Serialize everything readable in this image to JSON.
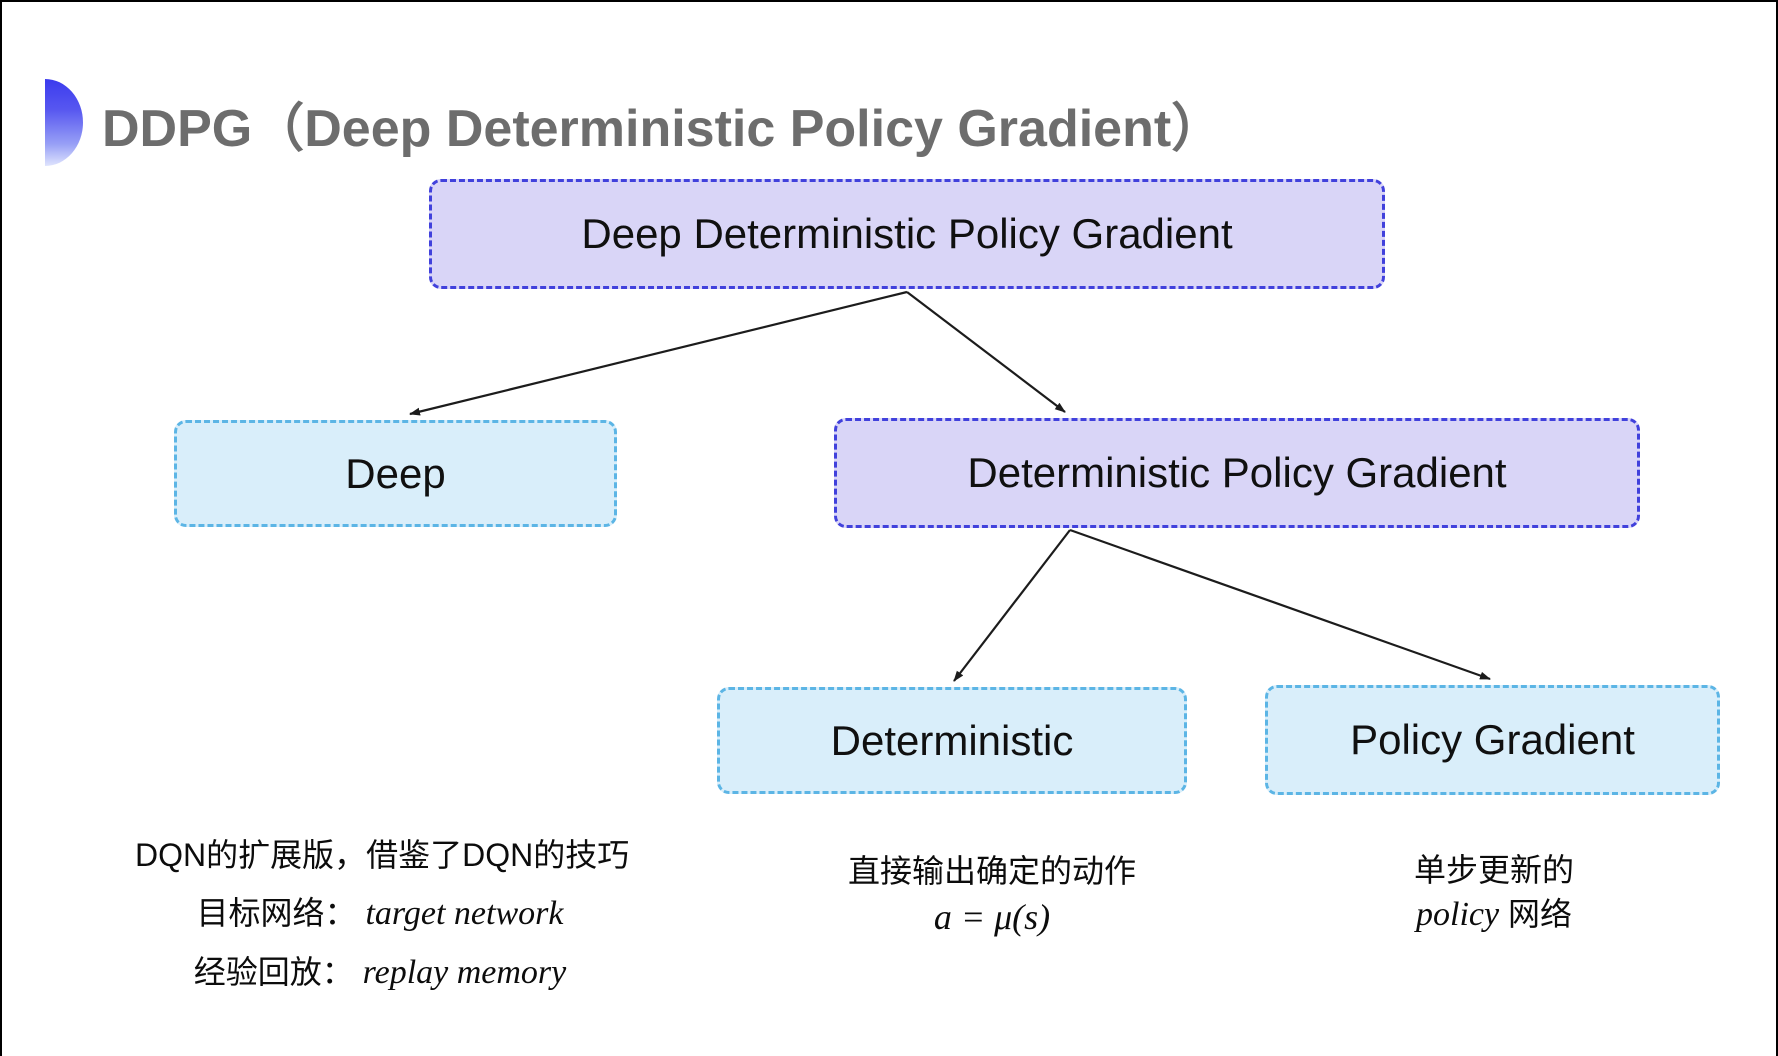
{
  "header": {
    "title": "DDPG（Deep Deterministic Policy Gradient）"
  },
  "nodes": {
    "root": "Deep Deterministic Policy Gradient",
    "deep": "Deep",
    "dpg": "Deterministic Policy Gradient",
    "deterministic": "Deterministic",
    "policy_gradient": "Policy Gradient"
  },
  "notes": {
    "deep": {
      "line1": "DQN的扩展版，借鉴了DQN的技巧",
      "target_label": "目标网络：",
      "target_value": "target network",
      "replay_label": "经验回放：",
      "replay_value": "replay memory"
    },
    "deterministic": {
      "line1": "直接输出确定的动作",
      "formula": "a = μ(s)"
    },
    "policy_gradient": {
      "line1": "单步更新的",
      "word_en": "policy",
      "word_zh": "网络"
    }
  },
  "colors": {
    "lavender_fill": "#d9d5f7",
    "violet_border": "#4141dc",
    "blue_fill": "#d9eefa",
    "cyan_border": "#5cb5e5",
    "arrow": "#1c1c1c",
    "title_gray": "#6d6d6d",
    "icon_blue": "#3b3bee"
  }
}
